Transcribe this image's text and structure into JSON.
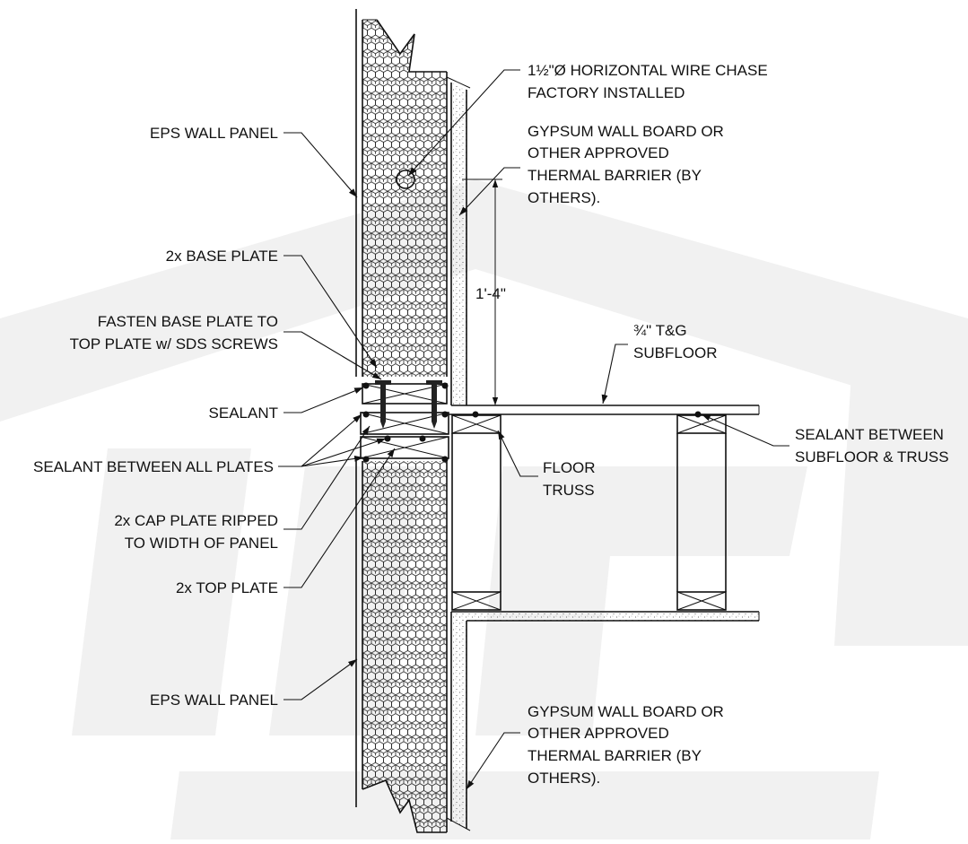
{
  "colors": {
    "ink": "#111111",
    "watermark": "#f1f1f1"
  },
  "labels": {
    "eps_wall_panel_top": "EPS WALL PANEL",
    "base_plate": "2x BASE PLATE",
    "fasten_1": "FASTEN BASE PLATE TO",
    "fasten_2": "TOP PLATE w/ SDS SCREWS",
    "sealant": "SEALANT",
    "sealant_all_plates": "SEALANT BETWEEN ALL PLATES",
    "cap_plate_1": "2x CAP PLATE RIPPED",
    "cap_plate_2": "TO WIDTH OF PANEL",
    "top_plate": "2x TOP PLATE",
    "eps_wall_panel_bottom": "EPS WALL PANEL",
    "wire_chase_1": "1½\"Ø HORIZONTAL WIRE CHASE",
    "wire_chase_2": "FACTORY INSTALLED",
    "gyp_top_1": "GYPSUM WALL BOARD OR",
    "gyp_top_2": "OTHER APPROVED",
    "gyp_top_3": "THERMAL BARRIER (BY",
    "gyp_top_4": "OTHERS).",
    "dimension": "1'-4\"",
    "subfloor_1": "¾\" T&G",
    "subfloor_2": "SUBFLOOR",
    "sealant_truss_1": "SEALANT BETWEEN",
    "sealant_truss_2": "SUBFLOOR & TRUSS",
    "floor_truss_1": "FLOOR",
    "floor_truss_2": "TRUSS",
    "gyp_bot_1": "GYPSUM WALL BOARD OR",
    "gyp_bot_2": "OTHER APPROVED",
    "gyp_bot_3": "THERMAL BARRIER (BY",
    "gyp_bot_4": "OTHERS)."
  }
}
